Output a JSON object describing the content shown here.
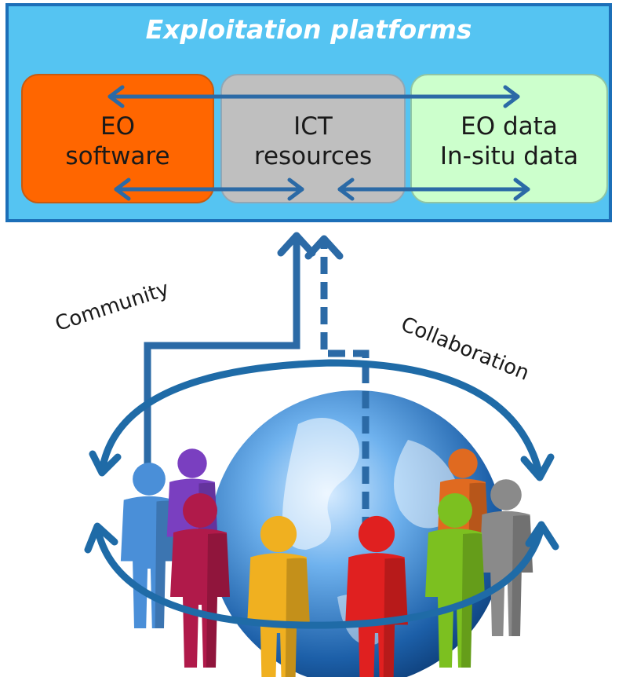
{
  "header": {
    "title": "Exploitation platforms"
  },
  "boxes": {
    "software": {
      "line1": "EO",
      "line2": "software"
    },
    "ict": {
      "line1": "ICT",
      "line2": "resources"
    },
    "data": {
      "line1": "EO data",
      "line2": "In-situ data"
    }
  },
  "labels": {
    "community": "Community",
    "collaboration": "Collaboration"
  },
  "colors": {
    "platform_bg": "#55c4f2",
    "platform_border": "#1c6fb8",
    "arrow": "#2b6aa6",
    "software_box": "#ff6600",
    "ict_box": "#bfbfbf",
    "data_box": "#ccffcc"
  },
  "people": [
    {
      "color": "#4a8fd8"
    },
    {
      "color": "#7a3fc0"
    },
    {
      "color": "#b01a4a"
    },
    {
      "color": "#f0b020"
    },
    {
      "color": "#e02020"
    },
    {
      "color": "#e06a20"
    },
    {
      "color": "#7cc020"
    },
    {
      "color": "#8a8a8a"
    }
  ]
}
